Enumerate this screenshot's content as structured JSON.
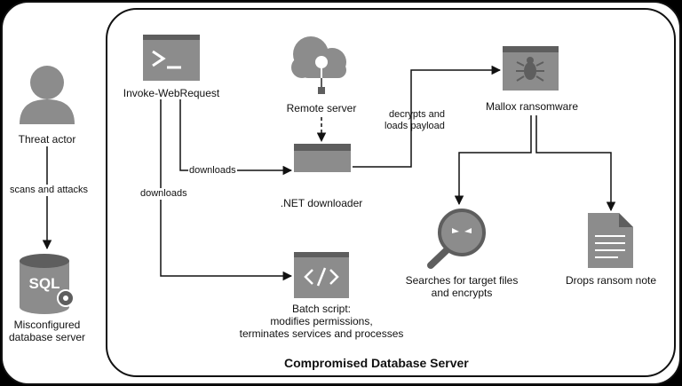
{
  "nodes": {
    "threat_actor": {
      "label": "Threat actor",
      "icon": "user-icon"
    },
    "database_server": {
      "label_line1": "Misconfigured",
      "label_line2": "database server",
      "icon": "sql-database-icon",
      "icon_text": "SQL"
    },
    "invoke_webrequest": {
      "label": "Invoke-WebRequest",
      "icon": "terminal-icon"
    },
    "remote_server": {
      "label": "Remote server",
      "icon": "cloud-icon"
    },
    "net_downloader": {
      "label": ".NET downloader",
      "icon": "window-icon"
    },
    "mallox": {
      "label": "Mallox ransomware",
      "icon": "bug-icon"
    },
    "batch_script": {
      "label_line1": "Batch script:",
      "label_line2": "modifies permissions,",
      "label_line3": "terminates services and processes",
      "icon": "code-icon"
    },
    "search_files": {
      "label_line1": "Searches for target files",
      "label_line2": "and encrypts",
      "icon": "search-icon"
    },
    "ransom_note": {
      "label": "Drops ransom note",
      "icon": "document-icon"
    }
  },
  "edges": {
    "scans": "scans and attacks",
    "downloads_1": "downloads",
    "downloads_2": "downloads",
    "decrypts_line1": "decrypts and",
    "decrypts_line2": "loads payload"
  },
  "container": {
    "title": "Compromised Database Server"
  },
  "colors": {
    "background": "#000000",
    "panel": "#ffffff",
    "icon_fill": "#8c8c8c",
    "icon_dark": "#5e5e5e",
    "line": "#111111"
  }
}
